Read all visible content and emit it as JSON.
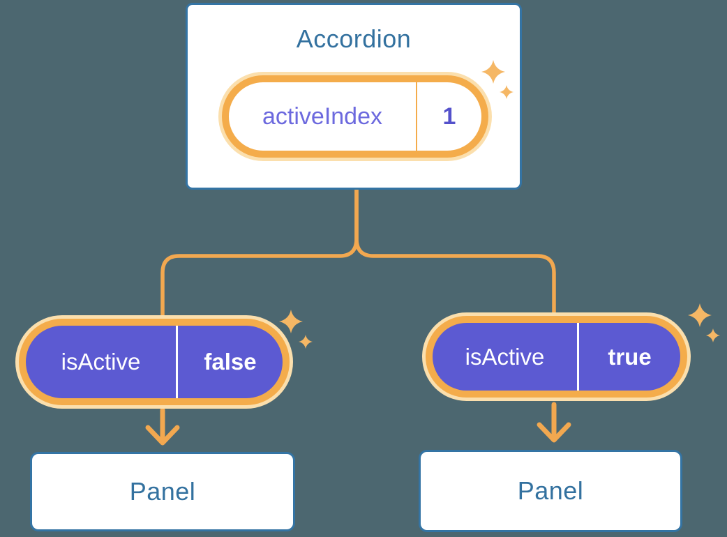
{
  "diagram": {
    "root": {
      "title": "Accordion",
      "state": {
        "label": "activeIndex",
        "value": "1"
      }
    },
    "children": [
      {
        "prop": {
          "label": "isActive",
          "value": "false"
        },
        "panel": {
          "label": "Panel"
        }
      },
      {
        "prop": {
          "label": "isActive",
          "value": "true"
        },
        "panel": {
          "label": "Panel"
        }
      }
    ],
    "icons": {
      "sparkle": "sparkle-icon",
      "arrow": "arrow-down-icon"
    },
    "colors": {
      "background": "#4C6770",
      "card_fill": "#FFFFFF",
      "card_border": "#3474A4",
      "heading_text": "#33719F",
      "state_label_text": "#6C69DE",
      "state_value_text": "#5451CB",
      "prop_pill_fill": "#5C5AD2",
      "prop_pill_text": "#FFFFFF",
      "ring_orange": "#F4AC4B",
      "ring_glow": "#FBDFAD",
      "connector_orange": "#F2A850",
      "sparkle_orange": "#F5B765"
    }
  }
}
